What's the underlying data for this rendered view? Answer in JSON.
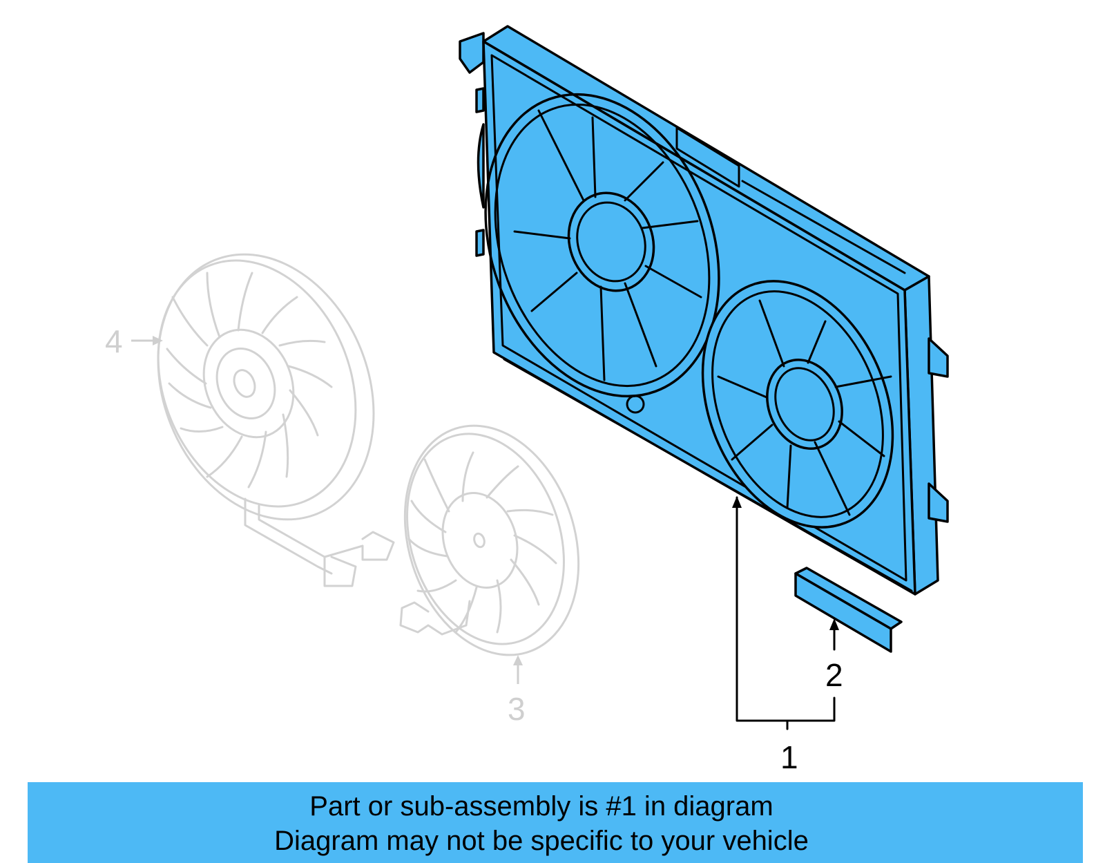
{
  "callouts": [
    {
      "number": "1",
      "active": true
    },
    {
      "number": "2",
      "active": true
    },
    {
      "number": "3",
      "active": false
    },
    {
      "number": "4",
      "active": false
    }
  ],
  "colors": {
    "highlight": "#4db9f5",
    "outline": "#000000",
    "ghost": "#d2d2d2",
    "banner": "#4db9f5"
  },
  "banner": {
    "line1": "Part or sub-assembly is #1 in diagram",
    "line2": "Diagram may not be specific to your vehicle"
  }
}
